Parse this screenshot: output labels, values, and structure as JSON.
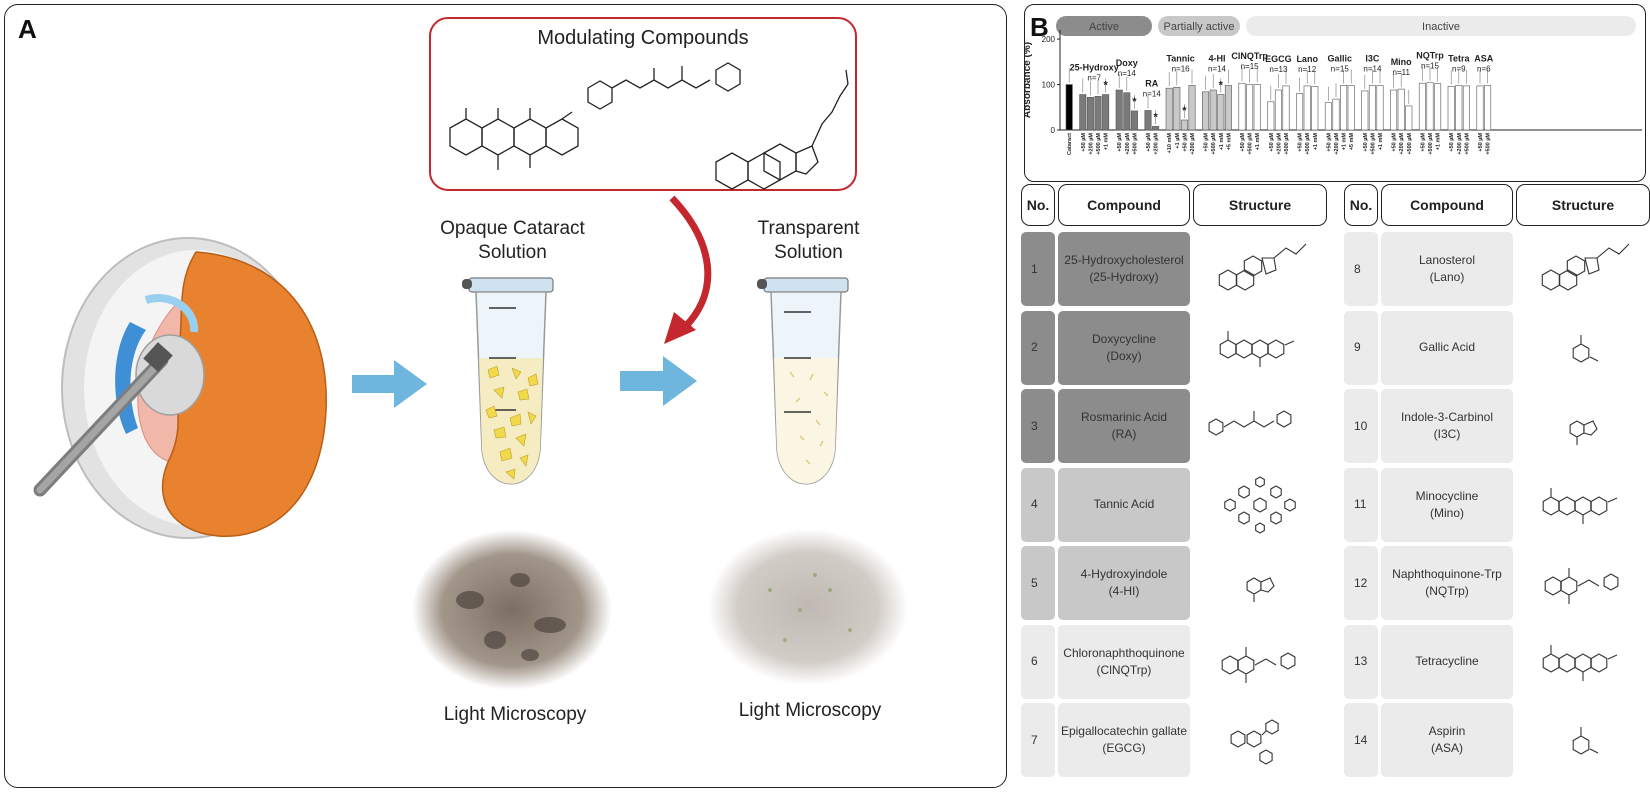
{
  "panel_a": {
    "letter": "A",
    "modulating_title": "Modulating Compounds",
    "opaque_title": "Opaque Cataract\nSolution",
    "transparent_title": "Transparent\nSolution",
    "microscopy_left": "Light Microscopy",
    "microscopy_right": "Light Microscopy",
    "colors": {
      "arrow_blue": "#6fb6de",
      "arrow_red": "#c4272d",
      "lens_orange": "#e9822e",
      "cornea_blue": "#3f8fd6",
      "opaque_fill": "#f6ecc2",
      "transparent_fill": "#fbf6e3"
    }
  },
  "panel_b": {
    "letter": "B",
    "legend": {
      "active": "Active",
      "partially_active": "Partially active",
      "inactive": "Inactive"
    },
    "ylabel": "Absorbance (%)",
    "yticks": [
      "200",
      "100",
      "0"
    ],
    "compound_labels": [
      {
        "name": "25-Hydroxy",
        "n": "n=7"
      },
      {
        "name": "Doxy",
        "n": "n=14"
      },
      {
        "name": "RA",
        "n": "n=14"
      },
      {
        "name": "Tannic",
        "n": "n=16"
      },
      {
        "name": "4-HI",
        "n": "n=14"
      },
      {
        "name": "ClNQTrp",
        "n": "n=15"
      },
      {
        "name": "EGCG",
        "n": "n=13"
      },
      {
        "name": "Lano",
        "n": "n=12"
      },
      {
        "name": "Gallic",
        "n": "n=15"
      },
      {
        "name": "I3C",
        "n": "n=14"
      },
      {
        "name": "Mino",
        "n": "n=11"
      },
      {
        "name": "NQTrp",
        "n": "n=15"
      },
      {
        "name": "Tetra",
        "n": "n=9"
      },
      {
        "name": "ASA",
        "n": "n=6"
      }
    ],
    "star": "*",
    "cataract_label": "Cataract"
  },
  "chart_data": {
    "type": "bar",
    "ylabel": "Absorbance (%)",
    "ylim": [
      0,
      220
    ],
    "groups": [
      {
        "name": "Cataract",
        "class": "control",
        "doses": [
          "Cataract"
        ],
        "values": [
          100
        ]
      },
      {
        "name": "25-Hydroxy",
        "class": "active",
        "doses": [
          "+50 µM",
          "+200 µM",
          "+500 µM",
          "+1 mM"
        ],
        "values": [
          78,
          72,
          74,
          78
        ],
        "star": [
          false,
          false,
          false,
          true
        ]
      },
      {
        "name": "Doxy",
        "class": "active",
        "doses": [
          "+50 µM",
          "+200 µM",
          "+500 µM"
        ],
        "values": [
          88,
          82,
          42
        ],
        "star": [
          false,
          false,
          true
        ]
      },
      {
        "name": "RA",
        "class": "active",
        "doses": [
          "+50 µM",
          "+200 µM"
        ],
        "values": [
          43,
          8
        ],
        "star": [
          false,
          true
        ]
      },
      {
        "name": "Tannic",
        "class": "partial",
        "doses": [
          "+10 mM",
          "+1 µM",
          "+50 µM",
          "+200 µM"
        ],
        "values": [
          92,
          94,
          22,
          98
        ],
        "star": [
          false,
          false,
          true,
          false
        ]
      },
      {
        "name": "4-HI",
        "class": "partial",
        "doses": [
          "+50 µM",
          "+500 µM",
          "+1 mM",
          "+5 mM"
        ],
        "values": [
          84,
          88,
          78,
          98
        ],
        "star": [
          false,
          false,
          true,
          false
        ]
      },
      {
        "name": "ClNQTrp",
        "class": "inactive",
        "doses": [
          "+50 µM",
          "+500 µM",
          "+1 mM"
        ],
        "values": [
          103,
          100,
          100
        ]
      },
      {
        "name": "EGCG",
        "class": "inactive",
        "doses": [
          "+50 µM",
          "+200 µM",
          "+500 µM"
        ],
        "values": [
          62,
          88,
          97
        ]
      },
      {
        "name": "Lano",
        "class": "inactive",
        "doses": [
          "+50 µM",
          "+500 µM",
          "+1 mM"
        ],
        "values": [
          80,
          97,
          96
        ]
      },
      {
        "name": "Gallic",
        "class": "inactive",
        "doses": [
          "+50 µM",
          "+200 µM",
          "+1 mM",
          "+5 mM"
        ],
        "values": [
          60,
          68,
          98,
          98
        ]
      },
      {
        "name": "I3C",
        "class": "inactive",
        "doses": [
          "+50 µM",
          "+500 µM",
          "+1 mM"
        ],
        "values": [
          86,
          98,
          98
        ]
      },
      {
        "name": "Mino",
        "class": "inactive",
        "doses": [
          "+50 µM",
          "+200 µM",
          "+500 µM"
        ],
        "values": [
          88,
          90,
          53
        ]
      },
      {
        "name": "NQTrp",
        "class": "inactive",
        "doses": [
          "+50 µM",
          "+500 µM",
          "+1 mM"
        ],
        "values": [
          103,
          104,
          102
        ]
      },
      {
        "name": "Tetra",
        "class": "inactive",
        "doses": [
          "+50 µM",
          "+200 µM",
          "+500 µM"
        ],
        "values": [
          96,
          98,
          97
        ]
      },
      {
        "name": "ASA",
        "class": "inactive",
        "doses": [
          "+50 µM",
          "+500 µM"
        ],
        "values": [
          97,
          98
        ]
      }
    ],
    "colors": {
      "control": "#000000",
      "active": "#7a7a7a",
      "partial": "#c9c9c9",
      "inactive": "#ffffff"
    }
  },
  "table": {
    "headers": {
      "no": "No.",
      "compound": "Compound",
      "structure": "Structure"
    },
    "left": [
      {
        "no": "1",
        "compound": "25-Hydroxycholesterol\n(25-Hydroxy)",
        "shade": "dark",
        "structure_icon": "steroid-structure-icon"
      },
      {
        "no": "2",
        "compound": "Doxycycline\n(Doxy)",
        "shade": "dark",
        "structure_icon": "tetracycline-structure-icon"
      },
      {
        "no": "3",
        "compound": "Rosmarinic Acid\n(RA)",
        "shade": "dark",
        "structure_icon": "chain-structure-icon"
      },
      {
        "no": "4",
        "compound": "Tannic Acid",
        "shade": "mid",
        "structure_icon": "dendrimer-structure-icon"
      },
      {
        "no": "5",
        "compound": "4-Hydroxyindole\n(4-HI)",
        "shade": "mid",
        "structure_icon": "indole-structure-icon"
      },
      {
        "no": "6",
        "compound": "Chloronaphthoquinone\n(ClNQTrp)",
        "shade": "light",
        "structure_icon": "quinone-structure-icon"
      },
      {
        "no": "7",
        "compound": "Epigallocatechin gallate\n(EGCG)",
        "shade": "light",
        "structure_icon": "egcg-structure-icon"
      }
    ],
    "right": [
      {
        "no": "8",
        "compound": "Lanosterol\n(Lano)",
        "shade": "light",
        "structure_icon": "steroid-structure-icon"
      },
      {
        "no": "9",
        "compound": "Gallic Acid",
        "shade": "light",
        "structure_icon": "benzene-structure-icon"
      },
      {
        "no": "10",
        "compound": "Indole-3-Carbinol\n(I3C)",
        "shade": "light",
        "structure_icon": "indole-structure-icon"
      },
      {
        "no": "11",
        "compound": "Minocycline\n(Mino)",
        "shade": "light",
        "structure_icon": "tetracycline-structure-icon"
      },
      {
        "no": "12",
        "compound": "Naphthoquinone-Trp\n(NQTrp)",
        "shade": "light",
        "structure_icon": "quinone-structure-icon"
      },
      {
        "no": "13",
        "compound": "Tetracycline",
        "shade": "light",
        "structure_icon": "tetracycline-structure-icon"
      },
      {
        "no": "14",
        "compound": "Aspirin\n(ASA)",
        "shade": "light",
        "structure_icon": "benzene-structure-icon"
      }
    ]
  }
}
